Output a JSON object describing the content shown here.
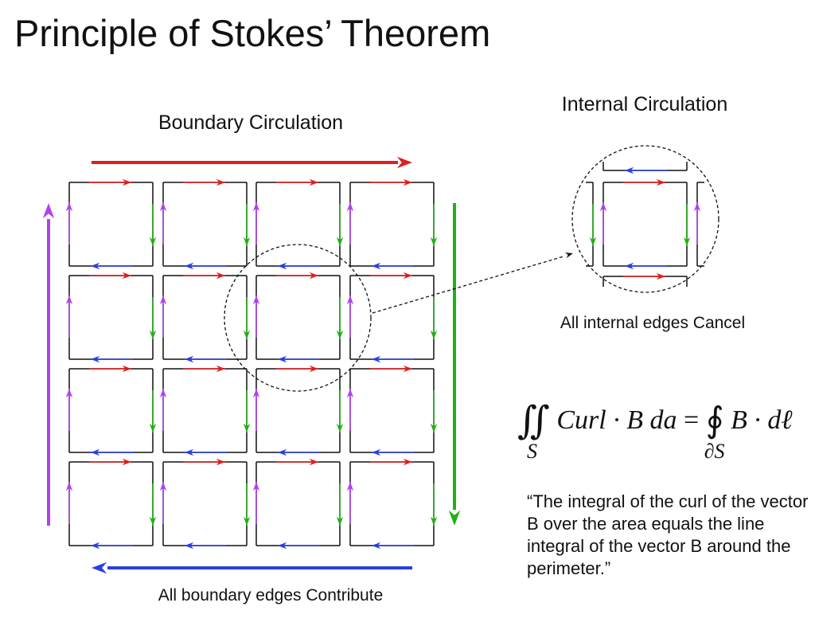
{
  "title": "Principle of Stokes’ Theorem",
  "labels": {
    "boundary_circulation": "Boundary Circulation",
    "internal_circulation": "Internal Circulation",
    "internal_edges": "All internal edges Cancel",
    "boundary_edges": "All boundary edges Contribute"
  },
  "equation": {
    "lhs_integral": "∬",
    "lhs_sub": "S",
    "lhs_body": "Curl · B da",
    "equals": "=",
    "rhs_integral": "∮",
    "rhs_sub": "∂S",
    "rhs_body": "B · dℓ"
  },
  "quote": "“The integral of the curl of the vector B over the area equals the line integral of the vector B around the perimeter.”",
  "grid": {
    "rows": 4,
    "cols": 4
  },
  "colors": {
    "top": "#e01e1e",
    "right": "#22b014",
    "bottom": "#2a3fe0",
    "left": "#b040f0",
    "edge": "#111111"
  }
}
